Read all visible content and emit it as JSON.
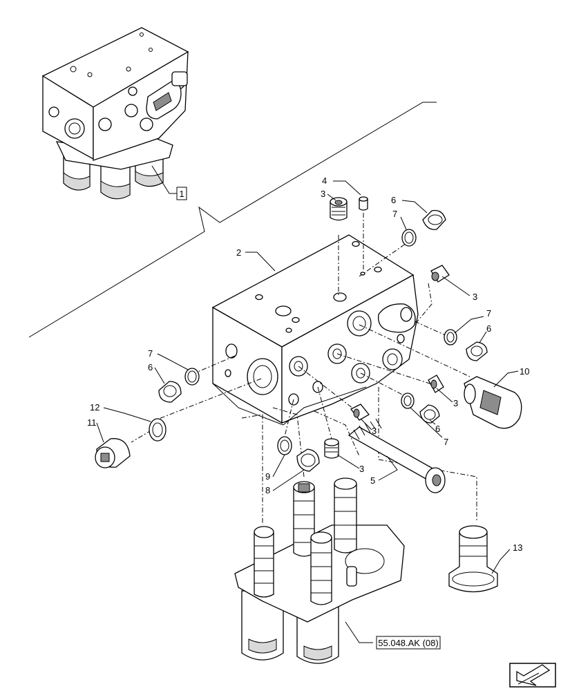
{
  "diagram": {
    "callouts": {
      "c1": "1",
      "c2": "2",
      "c3a": "3",
      "c3b": "3",
      "c3c": "3",
      "c3d": "3",
      "c3e": "3",
      "c4": "4",
      "c5": "5",
      "c6a": "6",
      "c6b": "6",
      "c6c": "6",
      "c6d": "6",
      "c7a": "7",
      "c7b": "7",
      "c7c": "7",
      "c7d": "7",
      "c8": "8",
      "c9": "9",
      "c10": "10",
      "c11": "11",
      "c12": "12",
      "c13": "13"
    },
    "reference": "55.048.AK (08)",
    "nav_icon": "arrow-icon"
  }
}
